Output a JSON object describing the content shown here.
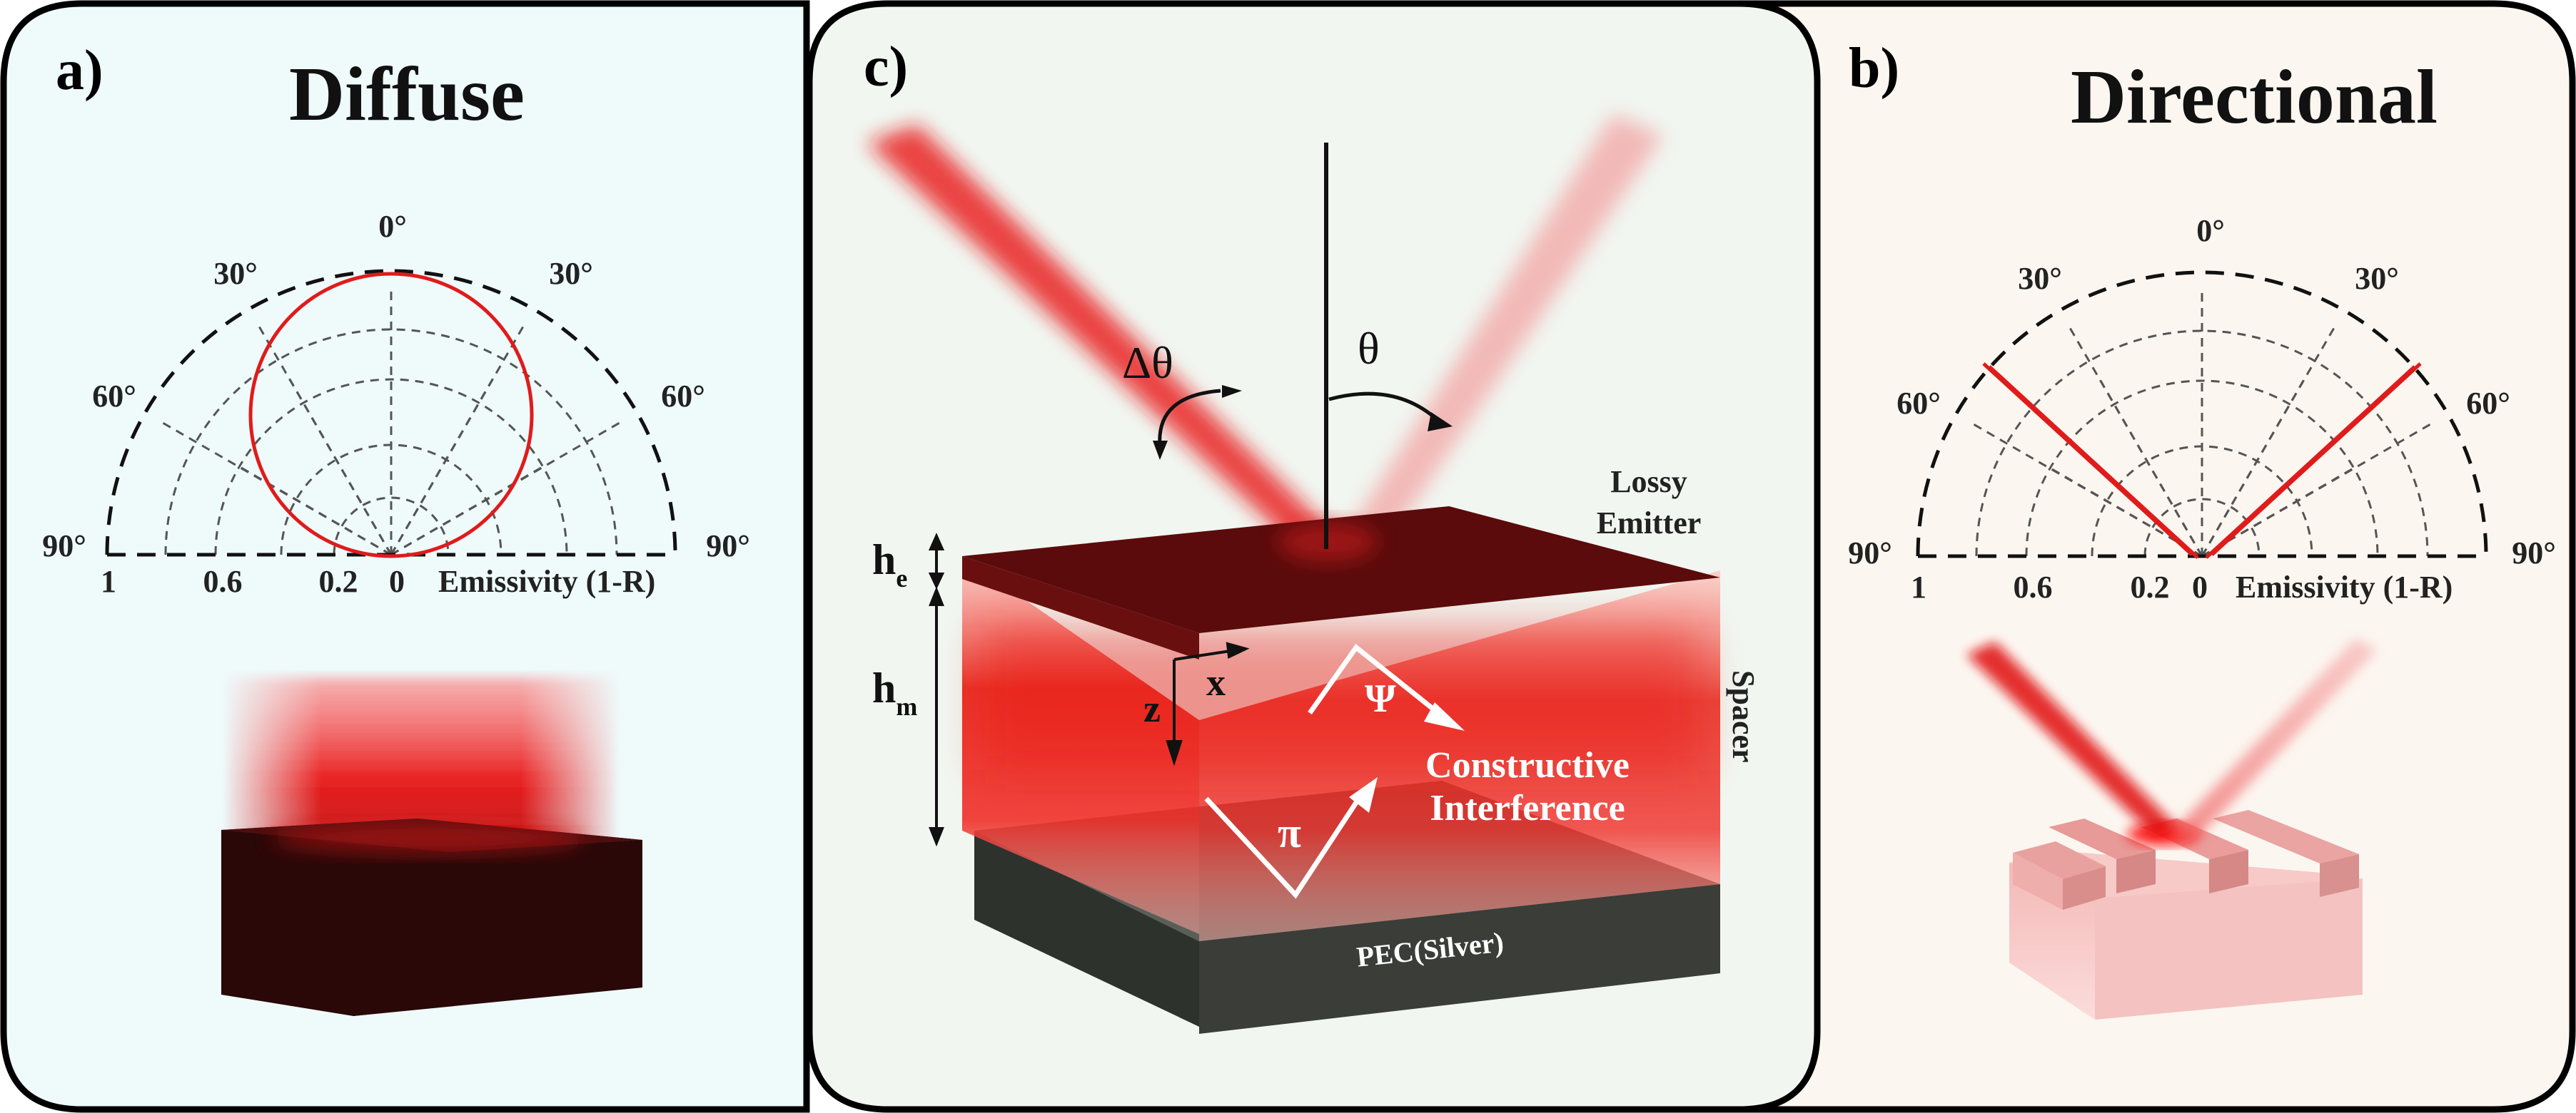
{
  "panel_a": {
    "tag": "a)",
    "title": "Diffuse",
    "angles": {
      "top": "0°",
      "left30": "30°",
      "right30": "30°",
      "left60": "60°",
      "right60": "60°",
      "left90": "90°",
      "right90": "90°"
    },
    "radial_ticks": {
      "t1": "1",
      "t06": "0.6",
      "t02": "0.2",
      "t0": "0"
    },
    "axis_label": "Emissivity (1-R)"
  },
  "panel_b": {
    "tag": "b)",
    "title": "Directional",
    "angles": {
      "top": "0°",
      "left30": "30°",
      "right30": "30°",
      "left60": "60°",
      "right60": "60°",
      "left90": "90°",
      "right90": "90°"
    },
    "radial_ticks": {
      "t1": "1",
      "t06": "0.6",
      "t02": "0.2",
      "t0": "0"
    },
    "axis_label": "Emissivity (1-R)"
  },
  "panel_c": {
    "tag": "c)",
    "labels": {
      "lossy_line1": "Lossy",
      "lossy_line2": "Emitter",
      "spacer": "Spacer",
      "pec": "PEC(Silver)",
      "he_main": "h",
      "he_sub": "e",
      "hm_main": "h",
      "hm_sub": "m",
      "z": "z",
      "x": "x",
      "psi": "Ψ",
      "pi": "π",
      "constructive_line1": "Constructive",
      "constructive_line2": "Interference",
      "delta_theta": "Δθ",
      "theta": "θ"
    }
  },
  "colors": {
    "left_bg": "#effafb",
    "mid_bg": "#f1f6f1",
    "right_bg": "#fcf6f0",
    "red": "#e01b1b",
    "dark_red": "#5a0c0c",
    "pec": "#3a3d38"
  }
}
